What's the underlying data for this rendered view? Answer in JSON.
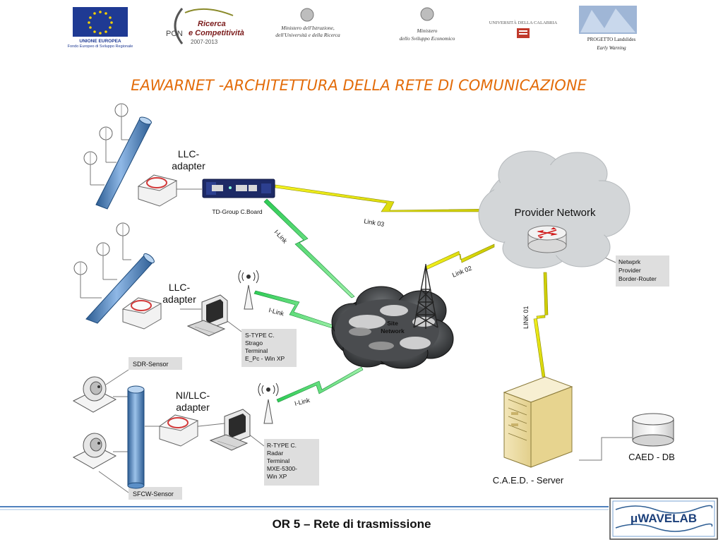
{
  "header": {
    "logo_eu": {
      "line1": "UNIONE EUROPEA",
      "line2": "Fondo Europeo di Sviluppo Regionale"
    },
    "logo_pon": {
      "pon": "PON",
      "line1": "Ricerca",
      "line2": "e Competitività",
      "years": "2007-2013"
    },
    "logo_miur": {
      "line1": "Ministero dell'Istruzione,",
      "line2": "dell'Università e della Ricerca"
    },
    "logo_mse": {
      "line1": "Ministero",
      "line2": "dello Sviluppo Economico"
    },
    "logo_unical": {
      "text": "UNIVERSITÀ DELLA CALABRIA"
    },
    "logo_project": {
      "line1": "PROGETTO Landslides",
      "line2": "Early Warning"
    }
  },
  "title": "EAWARNET -ARCHITETTURA DELLA RETE DI COMUNICAZIONE",
  "footer": {
    "text": "OR 5 – Rete di trasmissione",
    "logo": "μWAVELAB"
  },
  "diagram": {
    "llc1_l1": "LLC-",
    "llc1_l2": "adapter",
    "llc2_l1": "LLC-",
    "llc2_l2": "adapter",
    "llc3_l1": "NI/LLC-",
    "llc3_l2": "adapter",
    "td_group": "TD-Group C.Board",
    "link03": "Link 03",
    "link02": "Link 02",
    "link01": "LINK 01",
    "ilink1": "I-Link",
    "ilink2": "I-Link",
    "ilink3": "I-Link",
    "provider": "Provider Network",
    "router_note": [
      "Netwprk",
      "Provider",
      "Border-Router"
    ],
    "site_l1": "Site",
    "site_l2": "Network",
    "stype": [
      "S-TYPE C.",
      "Strago",
      "Terminal",
      "E_Pc - Win XP"
    ],
    "rtype": [
      "R-TYPE C.",
      "Radar",
      "Terminal",
      "MXE-5300-",
      "Win XP"
    ],
    "sdr": "SDR-Sensor",
    "sfcw": "SFCW-Sensor",
    "caed_server": "C.A.E.D. - Server",
    "caed_db": "CAED - DB"
  },
  "colors": {
    "title": "#e36c0a",
    "pipe": "#5b8fc7",
    "link_green": "#3ad06a",
    "link_yellow": "#e2e01a",
    "cloud_grey": "#d0d4d6",
    "footer_line": "#4f81bd"
  }
}
